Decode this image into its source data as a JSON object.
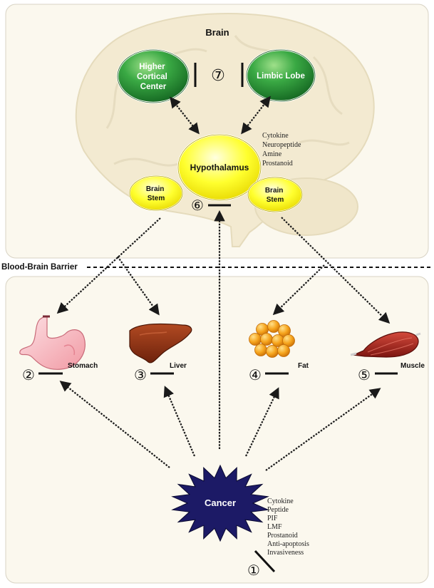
{
  "brain": {
    "title": "Brain",
    "higher_cortical_center": [
      "Higher",
      "Cortical",
      "Center"
    ],
    "limbic_lobe": "Limbic Lobe",
    "hypothalamus": "Hypothalamus",
    "brain_stem_left": [
      "Brain",
      "Stem"
    ],
    "brain_stem_right": [
      "Brain",
      "Stem"
    ],
    "hypothalamus_factors": [
      "Cytokine",
      "Neuropeptide",
      "Amine",
      "Prostanoid"
    ],
    "marker_7": "⑦",
    "marker_6": "⑥"
  },
  "barrier": {
    "label": "Blood-Brain Barrier"
  },
  "organs": {
    "stomach": {
      "label": "Stomach",
      "marker": "②"
    },
    "liver": {
      "label": "Liver",
      "marker": "③"
    },
    "fat": {
      "label": "Fat",
      "marker": "④"
    },
    "muscle": {
      "label": "Muscle",
      "marker": "⑤"
    }
  },
  "cancer": {
    "label": "Cancer",
    "factors": [
      "Cytokine",
      "Peptide",
      "PIF",
      "LMF",
      "Prostanoid",
      "Anti-apoptosis",
      "Invasiveness"
    ],
    "marker": "①"
  },
  "colors": {
    "green_node": "#2e9a3a",
    "yellow_node": "#ffff22",
    "cancer_star": "#1c1a66",
    "panel_bg": "#fbf8ee",
    "brain_fill": "#f4ecd2",
    "arrow": "#1a1a1a"
  }
}
